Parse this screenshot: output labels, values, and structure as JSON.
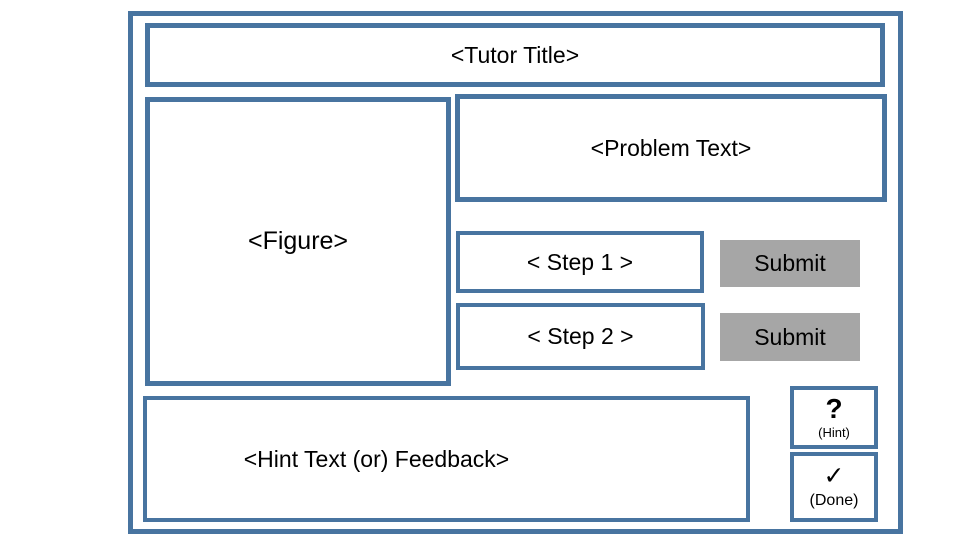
{
  "colors": {
    "background": "#ffffff",
    "border_accent": "#4874a0",
    "submit_button_bg": "#a6a6a6",
    "text": "#000000"
  },
  "title_bar": {
    "label": "<Tutor Title>"
  },
  "figure_panel": {
    "label": "<Figure>"
  },
  "problem_panel": {
    "label": "<Problem Text>"
  },
  "steps": [
    {
      "label": "< Step 1 >",
      "submit_label": "Submit"
    },
    {
      "label": "< Step 2 >",
      "submit_label": "Submit"
    }
  ],
  "hint_panel": {
    "label": "<Hint Text (or) Feedback>"
  },
  "hint_button": {
    "icon": "?",
    "label": "(Hint)"
  },
  "done_button": {
    "icon": "✓",
    "label": "(Done)"
  }
}
